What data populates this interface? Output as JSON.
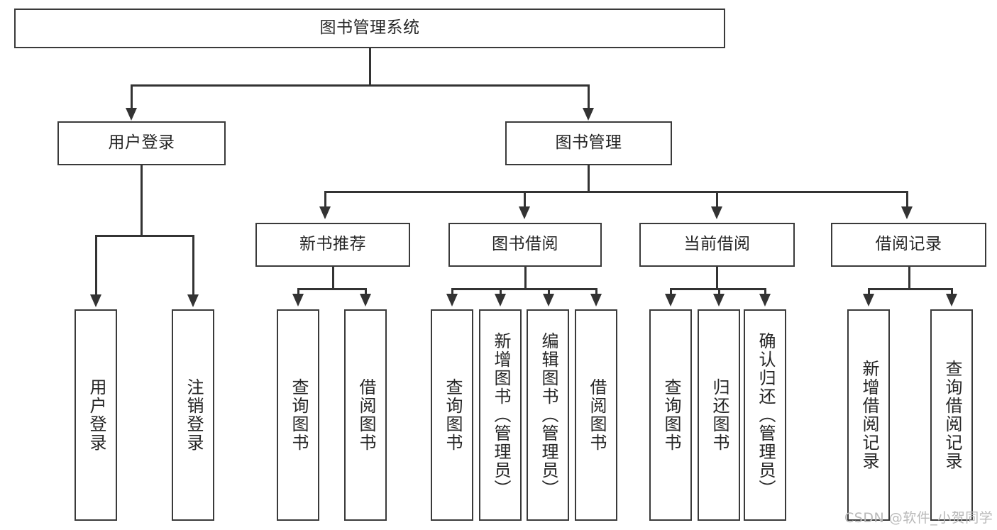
{
  "diagram": {
    "title": "图书管理系统",
    "type": "hierarchy-tree",
    "background_color": "#ffffff",
    "line_color": "#333333",
    "box_border_color": "#3a3a3a",
    "box_fill_color": "#ffffff",
    "text_color": "#262626"
  },
  "root": {
    "label": "图书管理系统"
  },
  "level1": [
    {
      "label": "用户登录"
    },
    {
      "label": "图书管理"
    }
  ],
  "level2": [
    {
      "label": "新书推荐"
    },
    {
      "label": "图书借阅"
    },
    {
      "label": "当前借阅"
    },
    {
      "label": "借阅记录"
    }
  ],
  "leaves": {
    "user_login": [
      {
        "label": "用户登录"
      },
      {
        "label": "注销登录"
      }
    ],
    "new_book": [
      {
        "label": "查询图书"
      },
      {
        "label": "借阅图书"
      }
    ],
    "book_borrow": [
      {
        "label": "查询图书"
      },
      {
        "label": "新增图书（管理员）"
      },
      {
        "label": "编辑图书（管理员）"
      },
      {
        "label": "借阅图书"
      }
    ],
    "current_borrow": [
      {
        "label": "查询图书"
      },
      {
        "label": "归还图书"
      },
      {
        "label": "确认归还（管理员）"
      }
    ],
    "borrow_record": [
      {
        "label": "新增借阅记录"
      },
      {
        "label": "查询借阅记录"
      }
    ]
  },
  "watermark": {
    "text": "CSDN @软件_小贺同学",
    "color": "#b9b9b9"
  }
}
